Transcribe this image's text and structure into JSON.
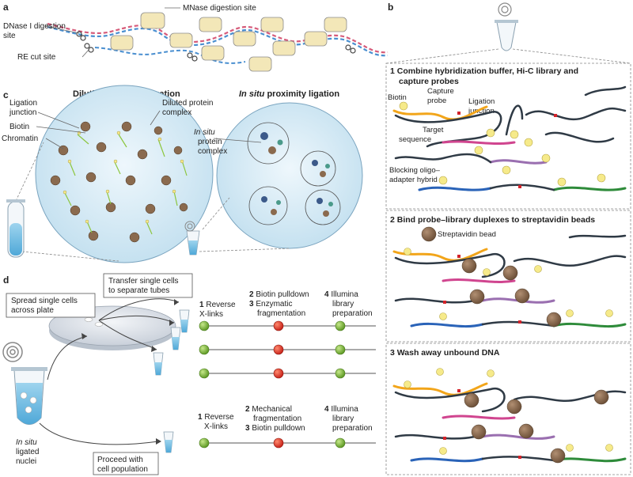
{
  "panel_a": {
    "label": "a",
    "mnase_label": "MNase digestion site",
    "dnase_label_1": "DNase I digestion",
    "dnase_label_2": "site",
    "re_label": "RE cut site"
  },
  "panel_b": {
    "label": "b",
    "step1": {
      "number": "1",
      "title_1": "Combine hybridization buffer, Hi-C library and",
      "title_2": "capture probes",
      "biotin": "Biotin",
      "capture_1": "Capture",
      "capture_2": "probe",
      "ligation_1": "Ligation",
      "ligation_2": "junction",
      "target_1": "Target",
      "target_2": "sequence",
      "blocking_1": "Blocking oligo–",
      "blocking_2": "adapter hybrid"
    },
    "step2": {
      "number": "2",
      "title": "Bind probe–library duplexes to streptavidin beads",
      "bead_label": "Streptavidin bead"
    },
    "step3": {
      "number": "3",
      "title": "Wash away unbound DNA"
    }
  },
  "panel_c": {
    "label": "c",
    "dilution_title": "Dilution proximity ligation",
    "insitu_title_em": "In situ",
    "insitu_title_rest": " proximity ligation",
    "ligation_1": "Ligation",
    "ligation_2": "junction",
    "biotin": "Biotin",
    "chromatin": "Chromatin",
    "diluted_1": "Diluted protein",
    "diluted_2": "complex",
    "insitu_em": "In situ",
    "insitu_2": "protein",
    "insitu_3": "complex"
  },
  "panel_d": {
    "label": "d",
    "spread_1": "Spread single cells",
    "spread_2": "across plate",
    "transfer_1": "Transfer single cells",
    "transfer_2": "to separate tubes",
    "top_steps": {
      "s1_num": "1",
      "s1_a": "Reverse",
      "s1_b": "X-links",
      "s2_num": "2",
      "s2": "Biotin pulldown",
      "s3_num": "3",
      "s3_a": "Enzymatic",
      "s3_b": "fragmentation",
      "s4_num": "4",
      "s4_a": "Illumina",
      "s4_b": "library",
      "s4_c": "preparation"
    },
    "bottom_steps": {
      "s1_num": "1",
      "s1_a": "Reverse",
      "s1_b": "X-links",
      "s2_num": "2",
      "s2_a": "Mechanical",
      "s2_b": "fragmentation",
      "s3_num": "3",
      "s3": "Biotin pulldown",
      "s4_num": "4",
      "s4_a": "Illumina",
      "s4_b": "library",
      "s4_c": "preparation"
    },
    "insitu_em": "In situ",
    "insitu_2": "ligated",
    "insitu_3": "nuclei",
    "proceed_1": "Proceed with",
    "proceed_2": "cell population"
  },
  "colors": {
    "dna": "#2f3a45",
    "probe_orange": "#f2a51a",
    "probe_magenta": "#d0458f",
    "probe_purple": "#9a6fb0",
    "probe_green": "#2e8b3a",
    "probe_blue": "#2a63b8",
    "biotin_yellow": "#f6ea8a",
    "bead_brown": "#8a6a4e",
    "junction_red": "#d4232a",
    "nucleus_fill": "#d8ebf5",
    "node_green": "#8cc63f",
    "node_red": "#e53a2a"
  }
}
